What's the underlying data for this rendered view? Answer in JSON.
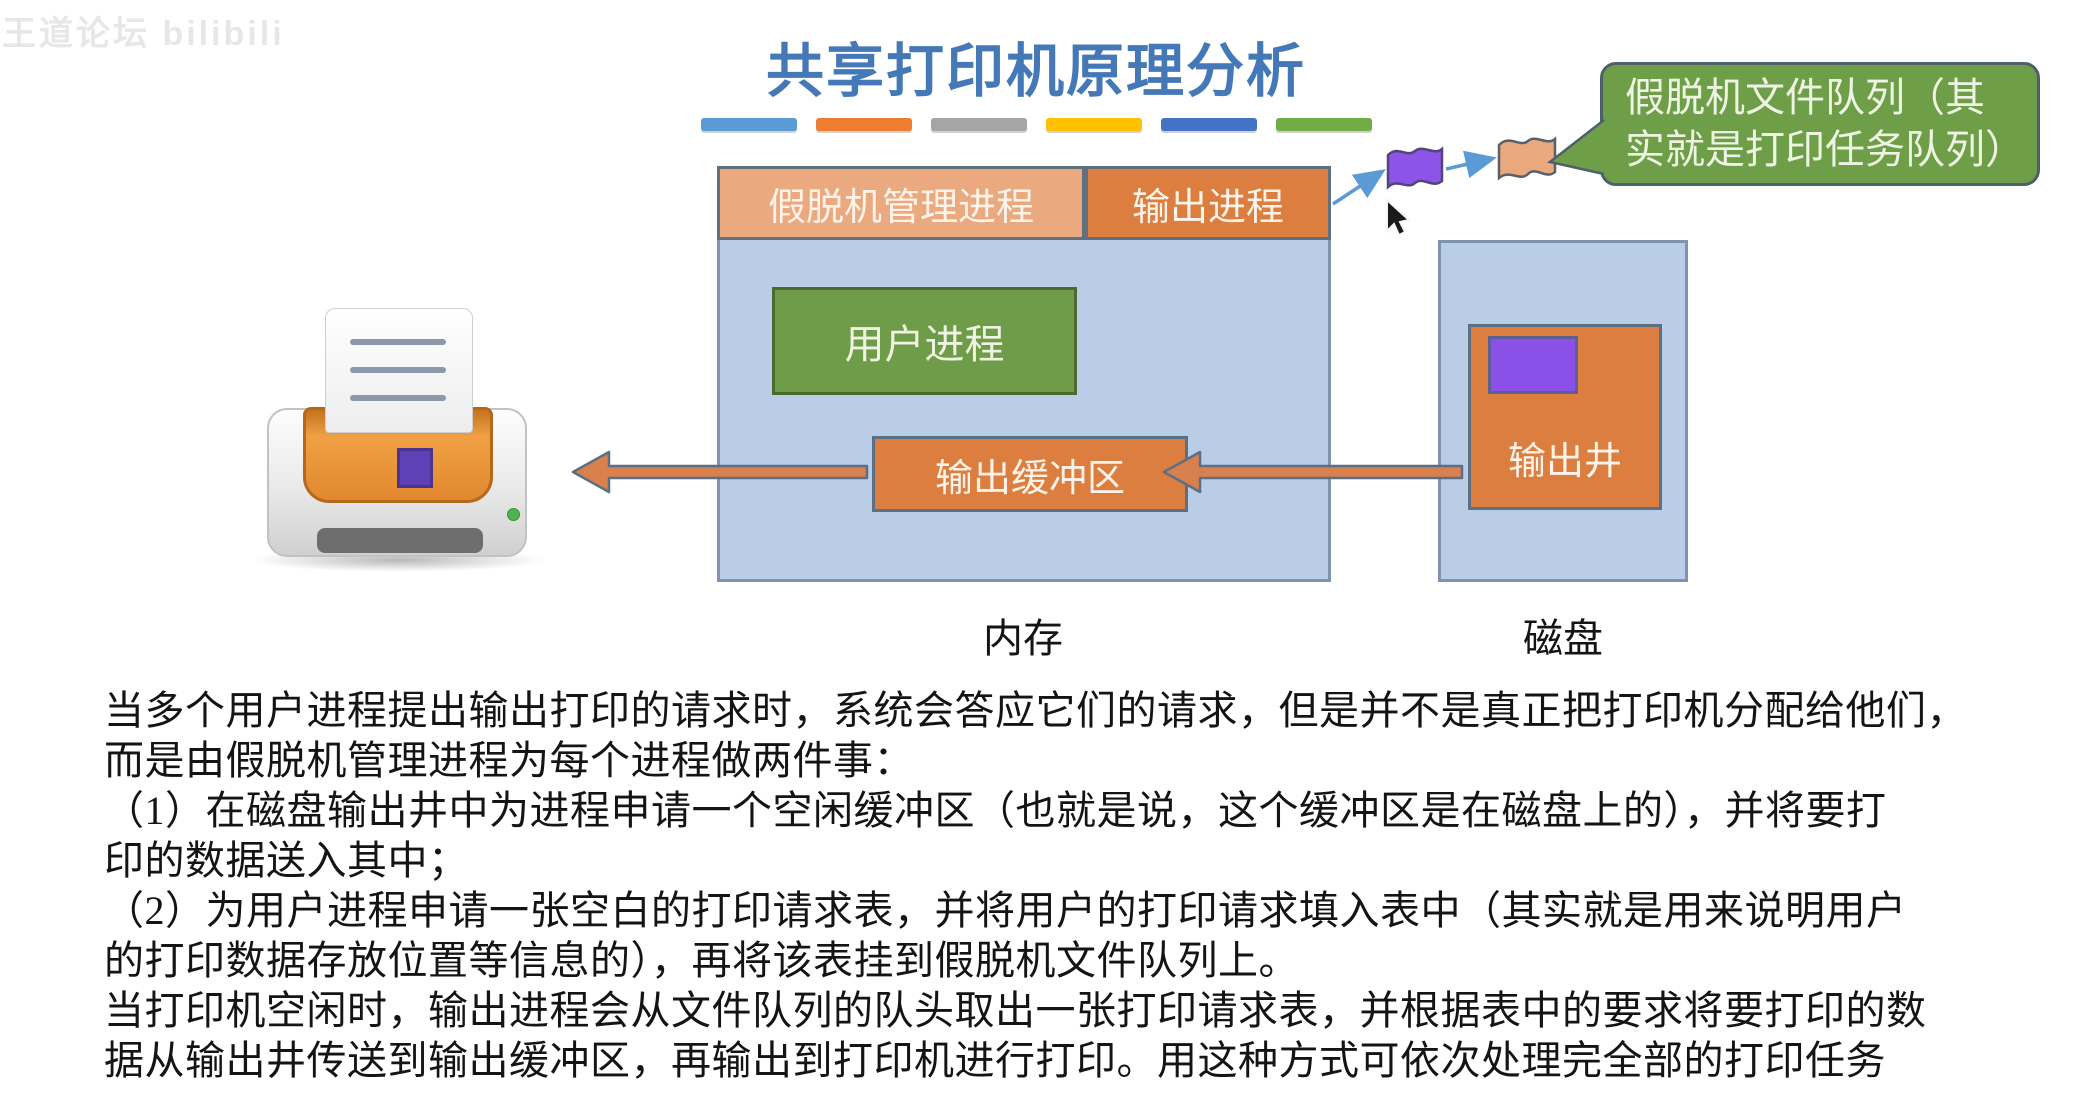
{
  "watermark": "王道论坛 bilibili",
  "title": "共享打印机原理分析",
  "decor_bars": [
    "#5b9bd5",
    "#ed7d31",
    "#a5a5a5",
    "#ffc000",
    "#4472c4",
    "#70ad47"
  ],
  "colors": {
    "box_fill": "#b9cde6",
    "header_left_fill": "#eaa97e",
    "accent_orange": "#dc7e3f",
    "process_green": "#6f9c48",
    "queue_purple": "#8b50e8",
    "arrow_blue": "#5b9bd5",
    "title_blue": "#4478b7",
    "callout_green": "#6f9e49"
  },
  "memory": {
    "header_left": "假脱机管理进程",
    "header_right": "输出进程",
    "user_process": "用户进程",
    "output_buffer": "输出缓冲区",
    "label": "内存"
  },
  "disk": {
    "output_well": "输出井",
    "label": "磁盘"
  },
  "callout": {
    "lines": [
      "假脱机文件队列（其",
      "实就是打印任务队列）"
    ]
  },
  "description_lines": [
    "当多个用户进程提出输出打印的请求时，系统会答应它们的请求，但是并不是真正把打印机分配给他们，",
    "而是由假脱机管理进程为每个进程做两件事：",
    "（1）在磁盘输出井中为进程申请一个空闲缓冲区（也就是说，这个缓冲区是在磁盘上的），并将要打",
    "印的数据送入其中；",
    "（2）为用户进程申请一张空白的打印请求表，并将用户的打印请求填入表中（其实就是用来说明用户",
    "的打印数据存放位置等信息的），再将该表挂到假脱机文件队列上。",
    "当打印机空闲时，输出进程会从文件队列的队头取出一张打印请求表，并根据表中的要求将要打印的数",
    "据从输出井传送到输出缓冲区，再输出到打印机进行打印。用这种方式可依次处理完全部的打印任务"
  ]
}
